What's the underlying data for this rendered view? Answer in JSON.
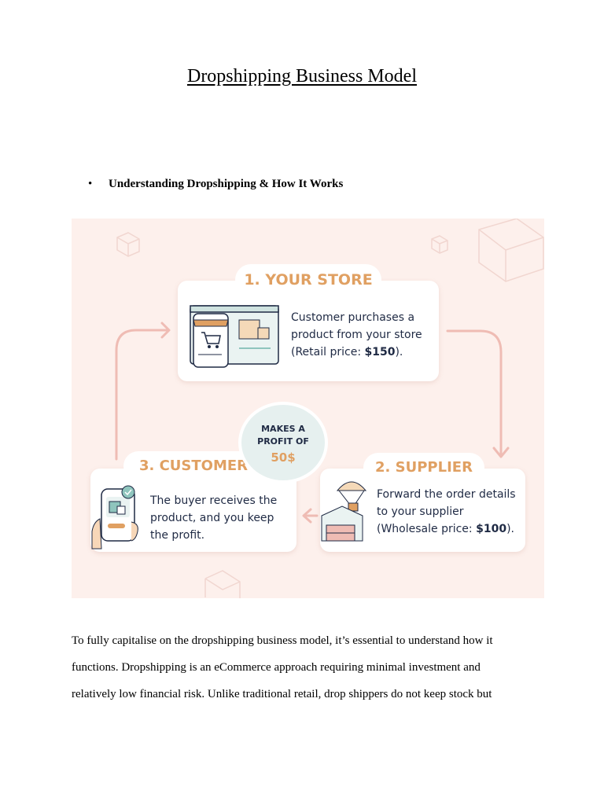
{
  "document": {
    "title": "Dropshipping Business Model",
    "bullet": "Understanding Dropshipping & How It Works"
  },
  "figure": {
    "step1": {
      "label": "1. YOUR STORE",
      "line1": "Customer purchases a",
      "line2": "product from your store",
      "line3_prefix": "(Retail price: ",
      "line3_price": "$150",
      "line3_suffix": ")."
    },
    "step2": {
      "label": "2. SUPPLIER",
      "line1": "Forward the order details",
      "line2": "to your supplier",
      "line3_prefix": "(Wholesale price: ",
      "line3_price": "$100",
      "line3_suffix": ")."
    },
    "step3": {
      "label": "3. CUSTOMER",
      "line1": "The buyer receives the",
      "line2": "product, and you keep",
      "line3": "the profit."
    },
    "profit": {
      "line1": "MAKES A",
      "line2": "PROFIT OF",
      "amount": "50$"
    },
    "colors": {
      "background": "#fdf0ec",
      "accent": "#e0a062",
      "teal": "#e6f0ef",
      "arrow": "#efbcb4",
      "text": "#1f2a44"
    },
    "icons": [
      "store-screen-icon",
      "parachute-warehouse-icon",
      "phone-hand-icon",
      "box-outline-icon"
    ]
  },
  "paragraph": {
    "line1": "To fully capitalise on the dropshipping business model, it’s essential to understand how it",
    "line2": "functions. Dropshipping is an eCommerce approach requiring minimal investment and",
    "line3": "relatively low financial risk. Unlike traditional retail, drop shippers do not keep stock but"
  }
}
